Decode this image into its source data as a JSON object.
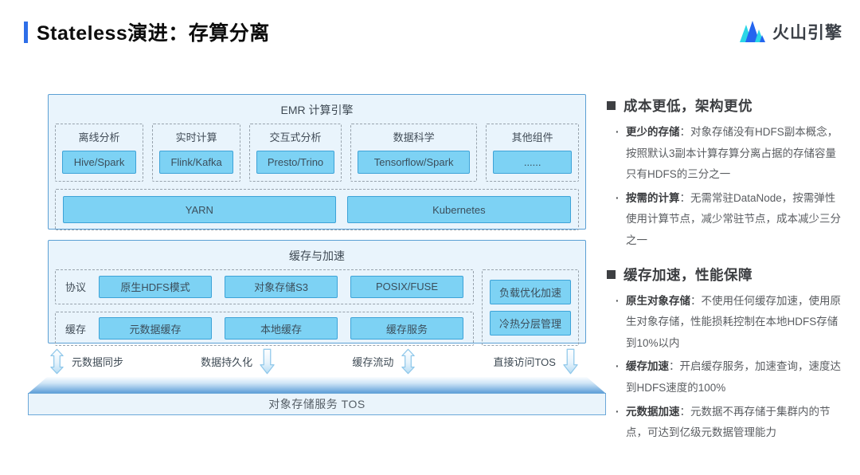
{
  "header": {
    "title": "Stateless演进：存算分离",
    "logo_text": "火山引擎"
  },
  "diagram": {
    "emr": {
      "title": "EMR 计算引擎",
      "components": [
        {
          "label": "离线分析",
          "value": "Hive/Spark"
        },
        {
          "label": "实时计算",
          "value": "Flink/Kafka"
        },
        {
          "label": "交互式分析",
          "value": "Presto/Trino"
        },
        {
          "label": "数据科学",
          "value": "Tensorflow/Spark"
        },
        {
          "label": "其他组件",
          "value": "......"
        }
      ],
      "schedulers": [
        "YARN",
        "Kubernetes"
      ]
    },
    "cache": {
      "title": "缓存与加速",
      "protocol_label": "协议",
      "protocols": [
        "原生HDFS模式",
        "对象存储S3",
        "POSIX/FUSE"
      ],
      "cache_label": "缓存",
      "caches": [
        "元数据缓存",
        "本地缓存",
        "缓存服务"
      ],
      "side_items": [
        "负载优化加速",
        "冷热分层管理"
      ]
    },
    "flows": [
      {
        "label": "元数据同步",
        "arrow": "updown"
      },
      {
        "label": "数据持久化",
        "arrow": "down"
      },
      {
        "label": "缓存流动",
        "arrow": "updown"
      },
      {
        "label": "直接访问TOS",
        "arrow": "down"
      }
    ],
    "storage": {
      "label": "对象存储服务 TOS"
    }
  },
  "notes": {
    "sections": [
      {
        "heading": "成本更低，架构更优",
        "bullets": [
          {
            "lead": "更少的存储",
            "text": "：对象存储没有HDFS副本概念，按照默认3副本计算存算分离占据的存储容量只有HDFS的三分之一"
          },
          {
            "lead": "按需的计算",
            "text": "：无需常驻DataNode，按需弹性使用计算节点，减少常驻节点，成本减少三分之一"
          }
        ]
      },
      {
        "heading": "缓存加速，性能保障",
        "bullets": [
          {
            "lead": "原生对象存储",
            "text": "：不使用任何缓存加速，使用原生对象存储，性能损耗控制在本地HDFS存储 到10%以内"
          },
          {
            "lead": "缓存加速",
            "text": "：开启缓存服务，加速查询，速度达到HDFS速度的100%"
          },
          {
            "lead": "元数据加速",
            "text": "：元数据不再存储于集群内的节点，可达到亿级元数据管理能力"
          }
        ]
      }
    ]
  },
  "colors": {
    "accent_blue": "#2e6ee8",
    "box_fill": "#e9f4fc",
    "box_border": "#5b9fd4",
    "button_fill": "#7dd2f4",
    "button_border": "#3da3d8",
    "platform_edge": "#5f9fd8",
    "logo_cyan": "#2bd6e6",
    "logo_blue": "#2465ef",
    "heading_text": "#3b3d40",
    "body_text": "#5a5d61"
  }
}
